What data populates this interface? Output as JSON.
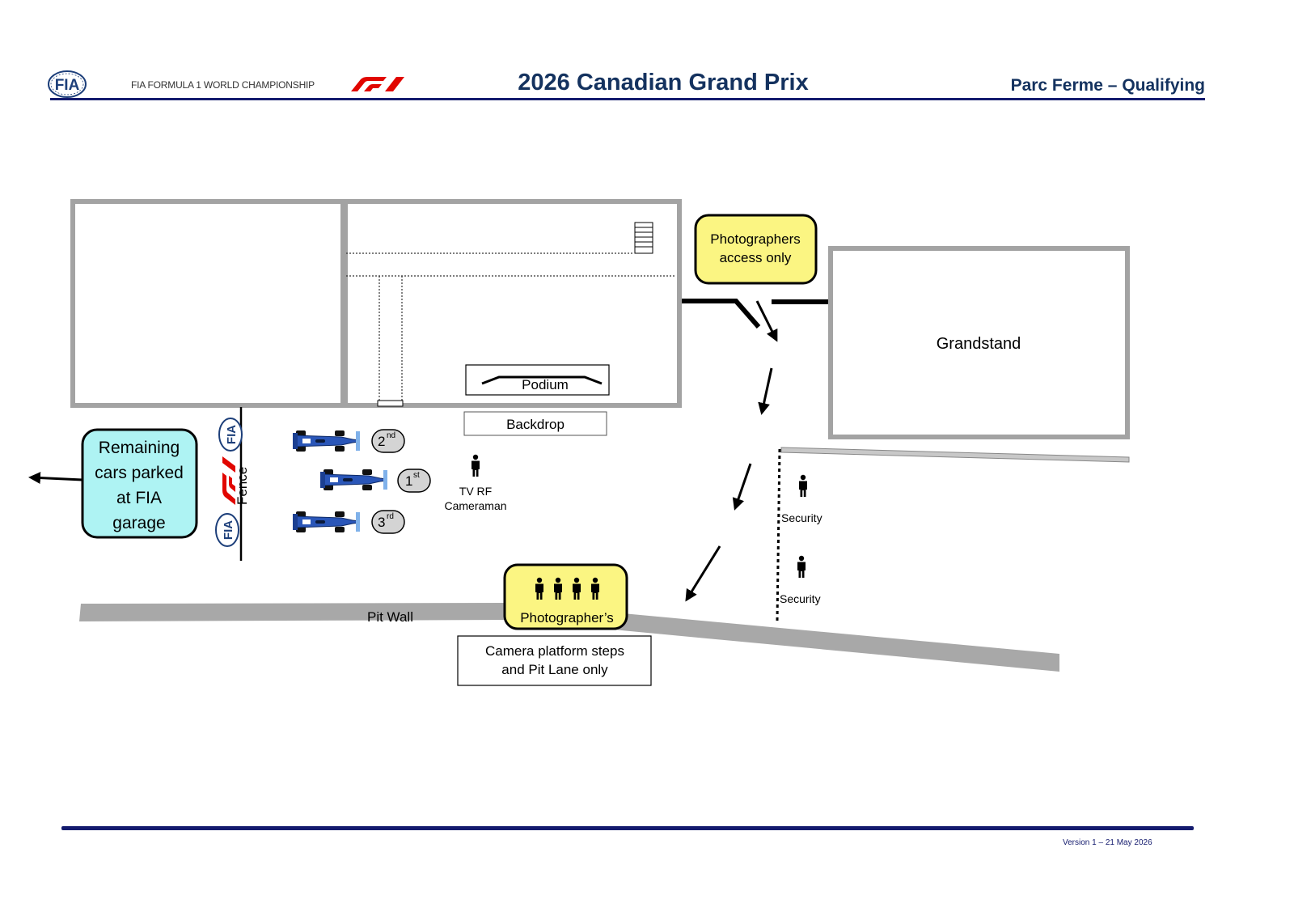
{
  "header": {
    "org_logo_text": "FIA",
    "championship": "FIA FORMULA 1 WORLD CHAMPIONSHIP",
    "title": "2026 Canadian Grand Prix",
    "subtitle": "Parc Ferme – Qualifying"
  },
  "diagram": {
    "photographers_access": [
      "Photographers",
      "access only"
    ],
    "grandstand": "Grandstand",
    "podium": "Podium",
    "backdrop": "Backdrop",
    "remaining_cars": [
      "Remaining",
      "cars parked",
      "at FIA",
      "garage"
    ],
    "fence": "Fence",
    "positions": [
      {
        "num": "2",
        "suffix": "nd"
      },
      {
        "num": "1",
        "suffix": "st"
      },
      {
        "num": "3",
        "suffix": "rd"
      }
    ],
    "tv_cameraman": [
      "TV RF",
      "Cameraman"
    ],
    "security": [
      "Security",
      "Security"
    ],
    "pit_wall": "Pit Wall",
    "photographers": "Photographer’s",
    "camera_platform": [
      "Camera platform steps",
      "and Pit Lane only"
    ],
    "colors": {
      "yellow_box": "#fbf582",
      "cyan_box": "#aef3f3",
      "pit_wall": "#a8a8a8",
      "building_outline": "#a3a3a3",
      "car_blue": "#2a56b8",
      "brand_navy": "#14325f",
      "f1_red": "#e10600"
    }
  },
  "footer": {
    "version": "Version 1 – 21 May  2026"
  }
}
